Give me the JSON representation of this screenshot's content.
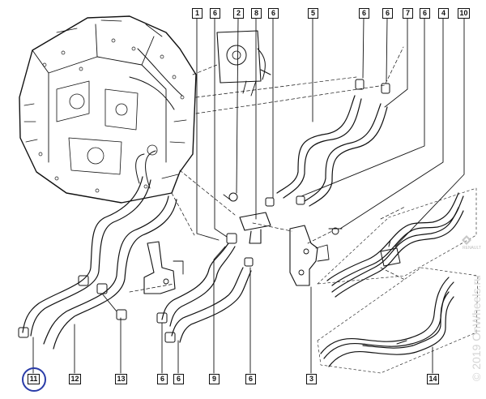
{
  "diagram": {
    "callouts": [
      {
        "id": "c1",
        "label": "1"
      },
      {
        "id": "c6a",
        "label": "6"
      },
      {
        "id": "c2",
        "label": "2"
      },
      {
        "id": "c8",
        "label": "8"
      },
      {
        "id": "c6b",
        "label": "6"
      },
      {
        "id": "c5",
        "label": "5"
      },
      {
        "id": "c6c",
        "label": "6"
      },
      {
        "id": "c6d",
        "label": "6"
      },
      {
        "id": "c7",
        "label": "7"
      },
      {
        "id": "c6e",
        "label": "6"
      },
      {
        "id": "c4",
        "label": "4"
      },
      {
        "id": "c10",
        "label": "10"
      },
      {
        "id": "c11",
        "label": "11"
      },
      {
        "id": "c12",
        "label": "12"
      },
      {
        "id": "c13",
        "label": "13"
      },
      {
        "id": "c6f",
        "label": "6"
      },
      {
        "id": "c6g",
        "label": "6"
      },
      {
        "id": "c9",
        "label": "9"
      },
      {
        "id": "c6h",
        "label": "6"
      },
      {
        "id": "c3",
        "label": "3"
      },
      {
        "id": "c14",
        "label": "14"
      }
    ],
    "highlight": {
      "callout": "11",
      "color": "#2a3ca8"
    },
    "watermark_site": "© 2019 OnWheels.ru",
    "watermark_brand": "RENAULT"
  }
}
